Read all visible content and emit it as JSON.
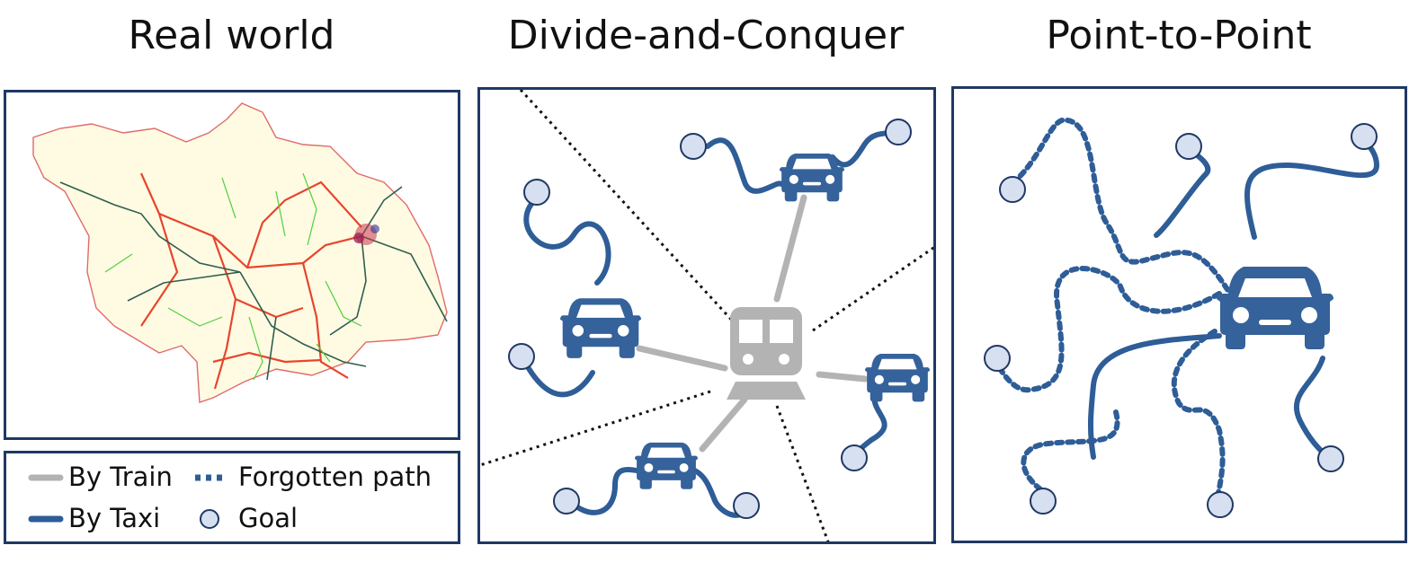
{
  "titles": {
    "real_world": "Real world",
    "divide_and_conquer": "Divide-and-Conquer",
    "point_to_point": "Point-to-Point"
  },
  "legend": {
    "by_train": "By Train",
    "by_taxi": "By Taxi",
    "forgotten_path": "Forgotten path",
    "goal": "Goal"
  },
  "colors": {
    "border": "#1f3864",
    "taxi": "#2e5d97",
    "car": "#35629a",
    "train": "#b3b3b3",
    "goal_fill": "#d6e0f0",
    "map_fill": "#fffbe3",
    "map_outline": "#e06a6a"
  },
  "icons": {
    "car": "car-icon",
    "train": "train-icon",
    "goal": "goal-circle-icon"
  }
}
